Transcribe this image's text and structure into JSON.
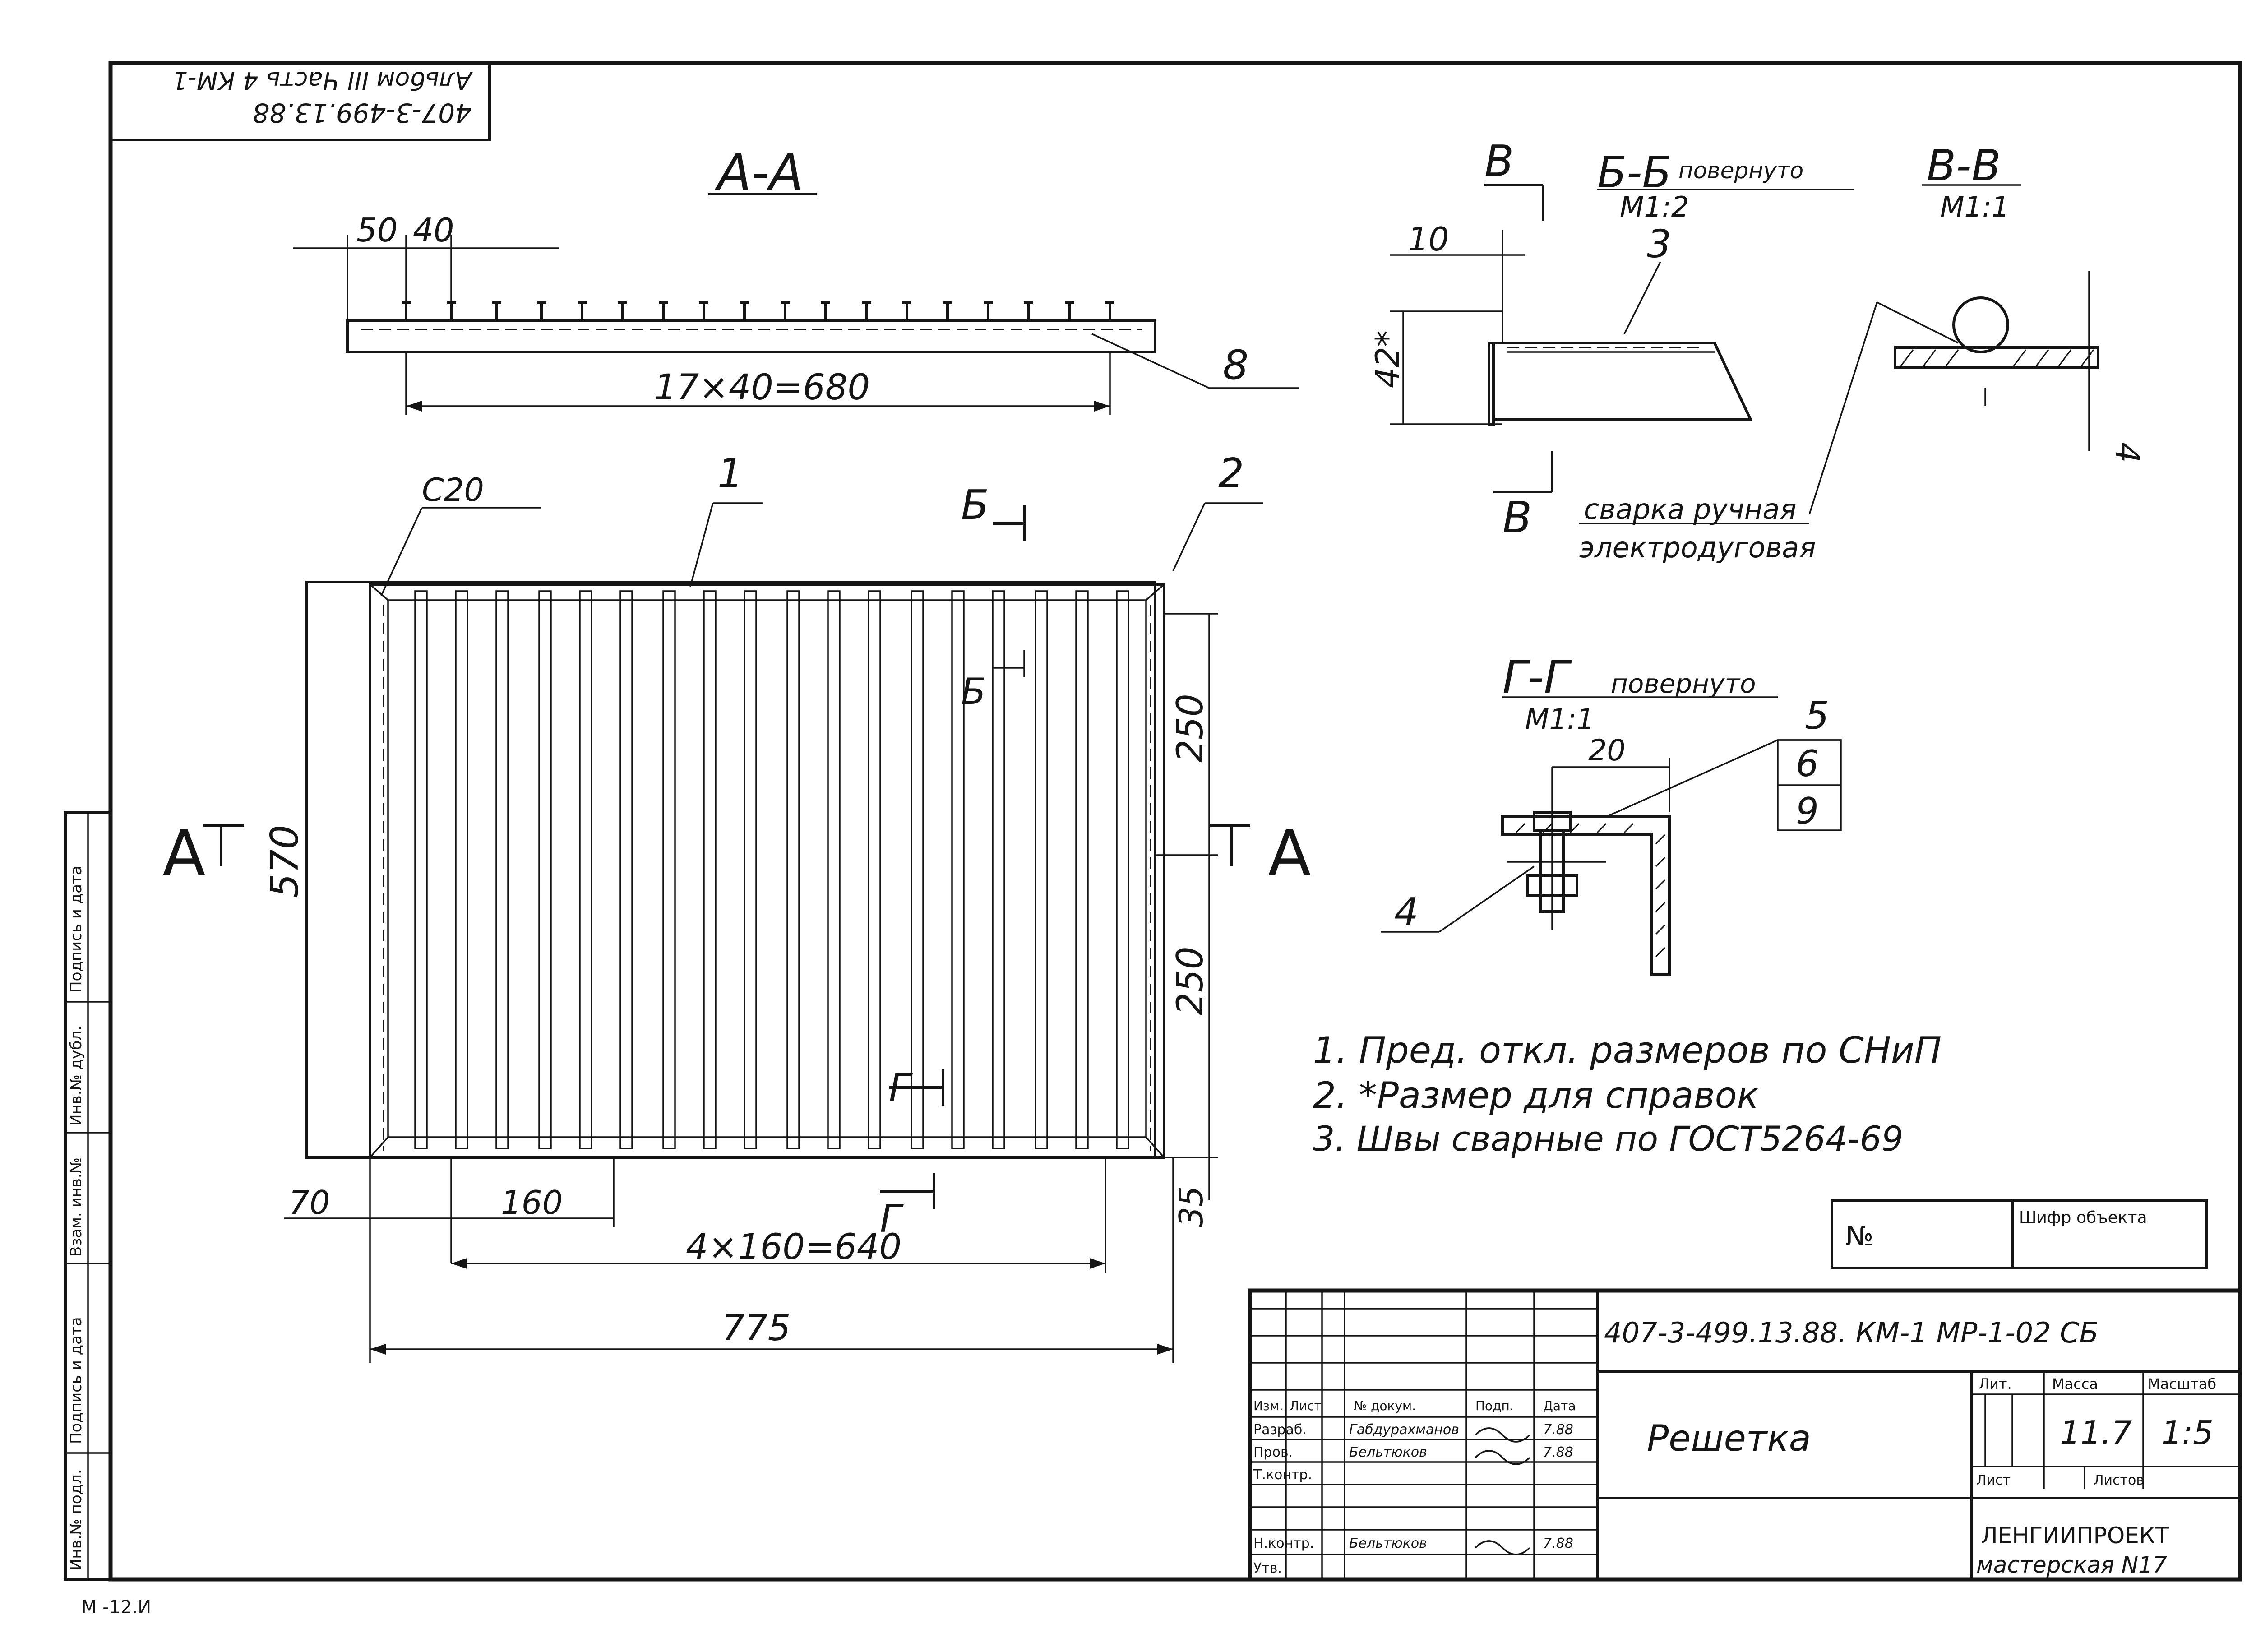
{
  "stamp": {
    "line1": "407-3-499.13.88",
    "line2": "Альбом III Часть 4 КМ-1"
  },
  "views": {
    "section_aa": "А-А",
    "section_bb": "Б-Б",
    "section_bb_note": "повернуто",
    "section_bb_scale": "М1:2",
    "section_vv": "В-В",
    "section_vv_scale": "М1:1",
    "section_gg": "Г-Г",
    "section_gg_note": "повернуто",
    "section_gg_scale": "М1:1",
    "view_marker_a": "А",
    "cut_b": "Б",
    "cut_v": "В",
    "cut_g": "Г"
  },
  "dimensions": {
    "d50": "50",
    "d40": "40",
    "d680": "17×40=680",
    "d10": "10",
    "d42": "42*",
    "d570": "570",
    "d250a": "250",
    "d250b": "250",
    "d35": "35",
    "d70": "70",
    "d160": "160",
    "d640": "4×160=640",
    "d775": "775",
    "d20": "20",
    "d4": "4"
  },
  "weld_symbol": "С20",
  "weld_label_line1": "сварка ручная",
  "weld_label_line2": "электродуговая",
  "parts": [
    "1",
    "2",
    "3",
    "4",
    "5",
    "6",
    "8",
    "9"
  ],
  "notes": [
    "1. Пред. откл. размеров по СНиП",
    "2. *Размер для справок",
    "3. Швы сварные по ГОСТ5264-69"
  ],
  "object_box": {
    "number_label": "№",
    "code_label": "Шифр объекта"
  },
  "title_block": {
    "doc_code": "407-3-499.13.88.    КМ-1      МР-1-02  СБ",
    "title": "Решетка",
    "lit_label": "Лит.",
    "mass_label": "Масса",
    "scale_label": "Масштаб",
    "mass": "11.7",
    "scale": "1:5",
    "sheet_label": "Лист",
    "sheets_label": "Листов",
    "org": "ЛЕНГИИПРОЕКТ",
    "workshop": "мастерская N17",
    "col_headers": [
      "Изм.",
      "Лист",
      "№ докум.",
      "Подп.",
      "Дата"
    ],
    "roles": [
      "Разраб.",
      "Пров.",
      "Т.контр.",
      "",
      "Н.контр.",
      "Утв."
    ],
    "names": [
      "Габдурахманов",
      "Бельтюков",
      "",
      "",
      "Бельтюков",
      ""
    ],
    "dates": [
      "7.88",
      "7.88",
      "",
      "",
      "7.88",
      ""
    ]
  },
  "side_strip": [
    "Подпись и дата",
    "Инв.№ дубл.",
    "Взам. инв.№",
    "Подпись и дата",
    "Инв.№ подл."
  ],
  "format_code": "М -12.И"
}
